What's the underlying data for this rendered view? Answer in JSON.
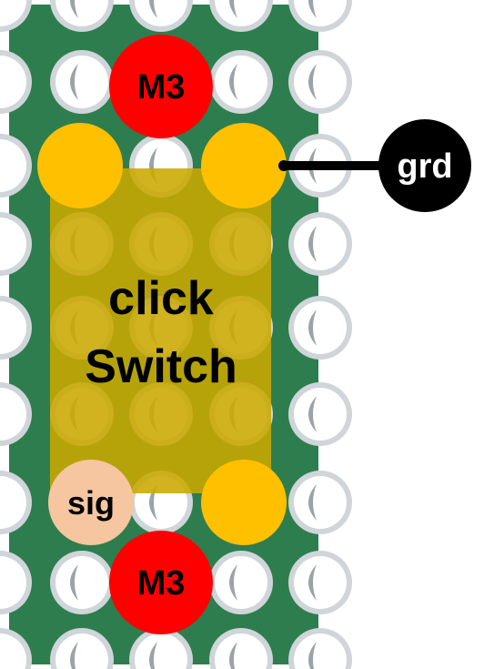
{
  "labels": {
    "mount_top": "M3",
    "mount_bottom": "M3",
    "ground": "grd",
    "signal": "sig",
    "component_line1": "click",
    "component_line2": "Switch"
  },
  "colors": {
    "board_green": "#2e7d4f",
    "hole_rim": "#cfd5d8",
    "hole_inner": "#ffffff",
    "mount_hole": "#ff0000",
    "switch_pin": "#ffc000",
    "switch_body": "#c9a800",
    "signal_pin": "#f5c6a0",
    "ground_label_bg": "#000000"
  },
  "icons": {
    "board": "perfboard-holes",
    "wire": "ground-wire"
  }
}
